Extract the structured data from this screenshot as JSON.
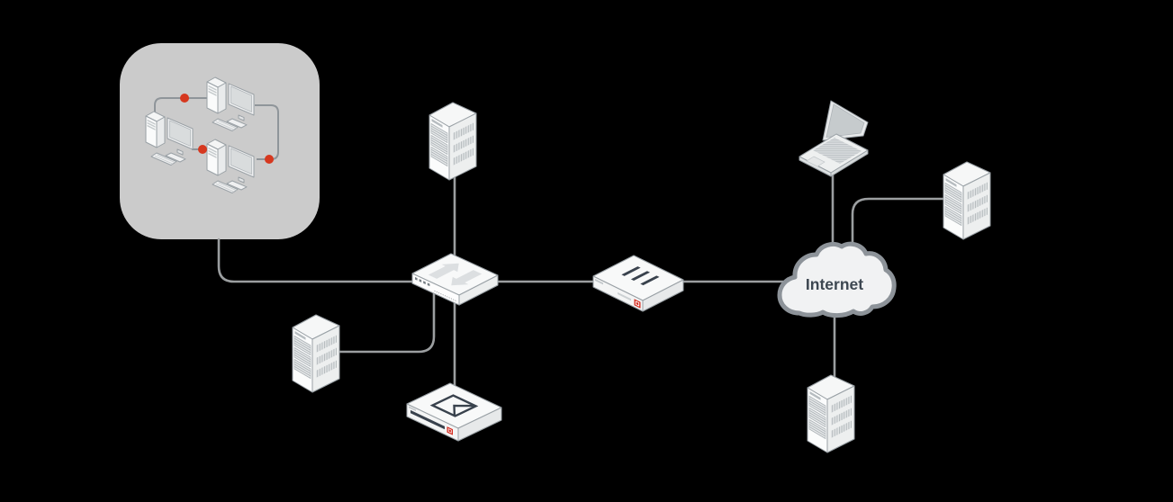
{
  "diagram": {
    "type": "network-topology",
    "background_color": "#000000",
    "connector_color": "#9b9ea0",
    "accent_red": "#d32b1f",
    "device_outline_color": "#9aa1a6",
    "device_dark_color": "#39424d",
    "lan_zone": {
      "icon": "workstation-cluster-icon",
      "background_color": "#cbcbcb",
      "workstation_count": 3,
      "link_dot_color": "#d6381f"
    },
    "nodes": {
      "internet": {
        "label": "Internet",
        "icon": "internet-cloud-icon",
        "fill": "#f1f2f3",
        "outline": "#8d9399",
        "label_color": "#3d4751"
      },
      "lan_switch": {
        "icon": "network-switch-icon"
      },
      "firewall": {
        "icon": "firewall-appliance-icon"
      },
      "mail_gateway": {
        "icon": "mail-security-appliance-icon"
      },
      "server_lan_top": {
        "icon": "server-icon"
      },
      "server_lan_left": {
        "icon": "server-icon"
      },
      "server_wan_upper": {
        "icon": "server-icon"
      },
      "server_wan_lower": {
        "icon": "server-icon"
      },
      "laptop": {
        "icon": "laptop-icon"
      }
    },
    "connections": [
      {
        "from": "lan-zone",
        "to": "lan-switch"
      },
      {
        "from": "server-lan-top",
        "to": "lan-switch"
      },
      {
        "from": "server-lan-left",
        "to": "lan-switch"
      },
      {
        "from": "lan-switch",
        "to": "mail-gateway"
      },
      {
        "from": "lan-switch",
        "to": "firewall"
      },
      {
        "from": "firewall",
        "to": "internet"
      },
      {
        "from": "laptop",
        "to": "internet"
      },
      {
        "from": "server-wan-upper",
        "to": "internet"
      },
      {
        "from": "internet",
        "to": "server-wan-lower"
      }
    ]
  }
}
